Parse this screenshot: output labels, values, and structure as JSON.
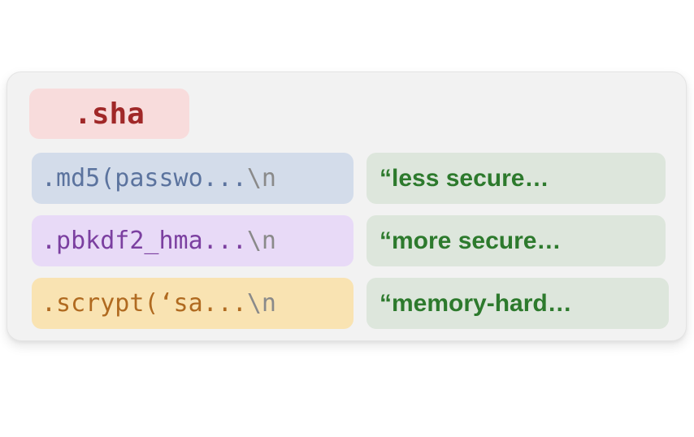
{
  "canvas": {
    "background": "#ffffff",
    "card_background": "#f2f2f2",
    "card_border": "#e4e4e4"
  },
  "header": {
    "label": ".sha",
    "background": "#f8dcdc",
    "text_color": "#a02828"
  },
  "rows": [
    {
      "code": ".md5(passwo...",
      "escape": "\\n",
      "note": "“less secure…",
      "code_background": "#d3dcea",
      "code_color": "#5b739e",
      "note_background": "#dde6dc",
      "note_color": "#2d7a2d"
    },
    {
      "code": ".pbkdf2_hma...",
      "escape": "\\n",
      "note": "“more secure…",
      "code_background": "#e8daf7",
      "code_color": "#7b3fa0",
      "note_background": "#dde6dc",
      "note_color": "#2d7a2d"
    },
    {
      "code": ".scrypt(‘sa...",
      "escape": "\\n",
      "note": "“memory-hard…",
      "code_background": "#f9e3b2",
      "code_color": "#b06a20",
      "note_background": "#dde6dc",
      "note_color": "#2d7a2d"
    }
  ],
  "escape_color": "#8a8a8a"
}
